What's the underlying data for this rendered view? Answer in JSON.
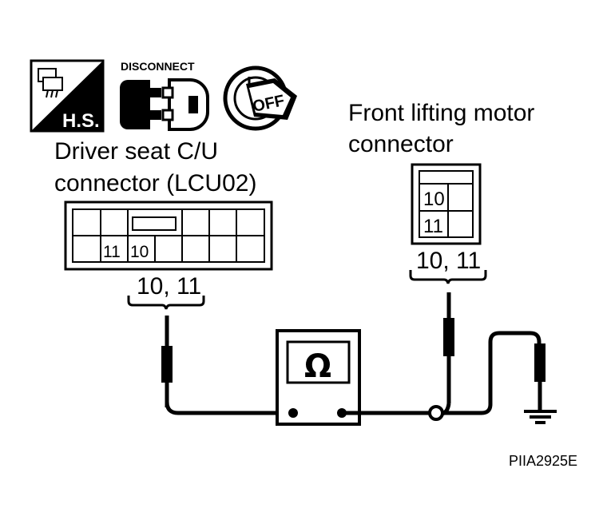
{
  "icons": {
    "hs_label": "H.S.",
    "disconnect_label": "DISCONNECT",
    "off_label": "OFF"
  },
  "driver_connector": {
    "title_line1": "Driver seat C/U",
    "title_line2": "connector (LCU02)",
    "pin_a": "11",
    "pin_b": "10",
    "pins_caption": "10, 11"
  },
  "motor_connector": {
    "title_line1": "Front lifting motor",
    "title_line2": "connector",
    "pin_a": "10",
    "pin_b": "11",
    "pins_caption": "10, 11"
  },
  "meter": {
    "symbol": "Ω"
  },
  "figure_code": "PIIA2925E"
}
